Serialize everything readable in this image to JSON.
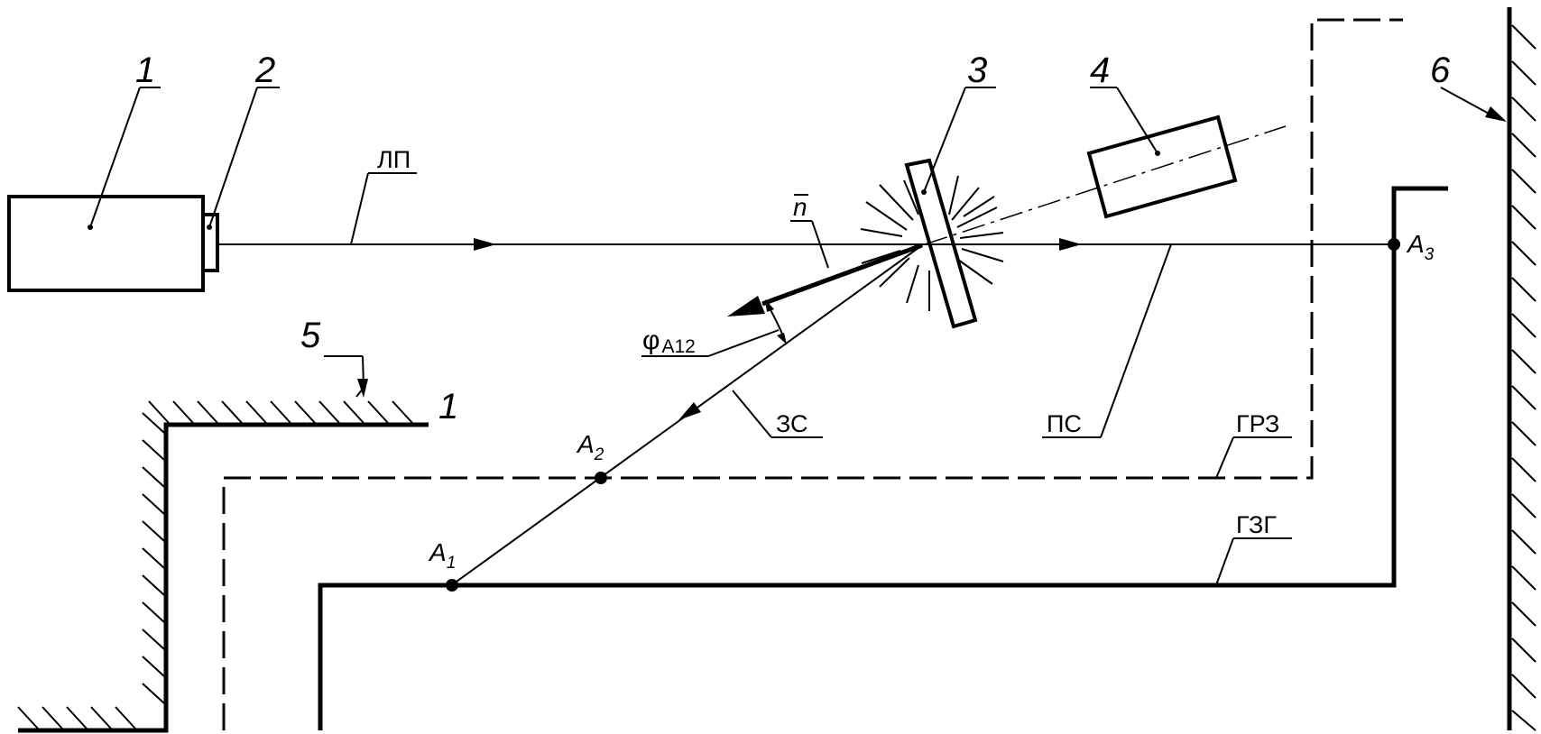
{
  "labels": {
    "laser": "1",
    "emitter": "2",
    "target": "3",
    "detector": "4",
    "obstacle": "5",
    "wall": "6",
    "obstacle_edge": "1",
    "beam_lp": "ЛП",
    "beam_normal": "n",
    "angle_symbol": "φ",
    "angle_sub": "A12",
    "beam_reflected": "ЗС",
    "beam_transmitted": "ПС",
    "zone_boundary": "ГРЗ",
    "danger_boundary": "ГЗГ"
  },
  "points": [
    {
      "name": "A",
      "sub": "1"
    },
    {
      "name": "A",
      "sub": "2"
    },
    {
      "name": "A",
      "sub": "3"
    }
  ]
}
